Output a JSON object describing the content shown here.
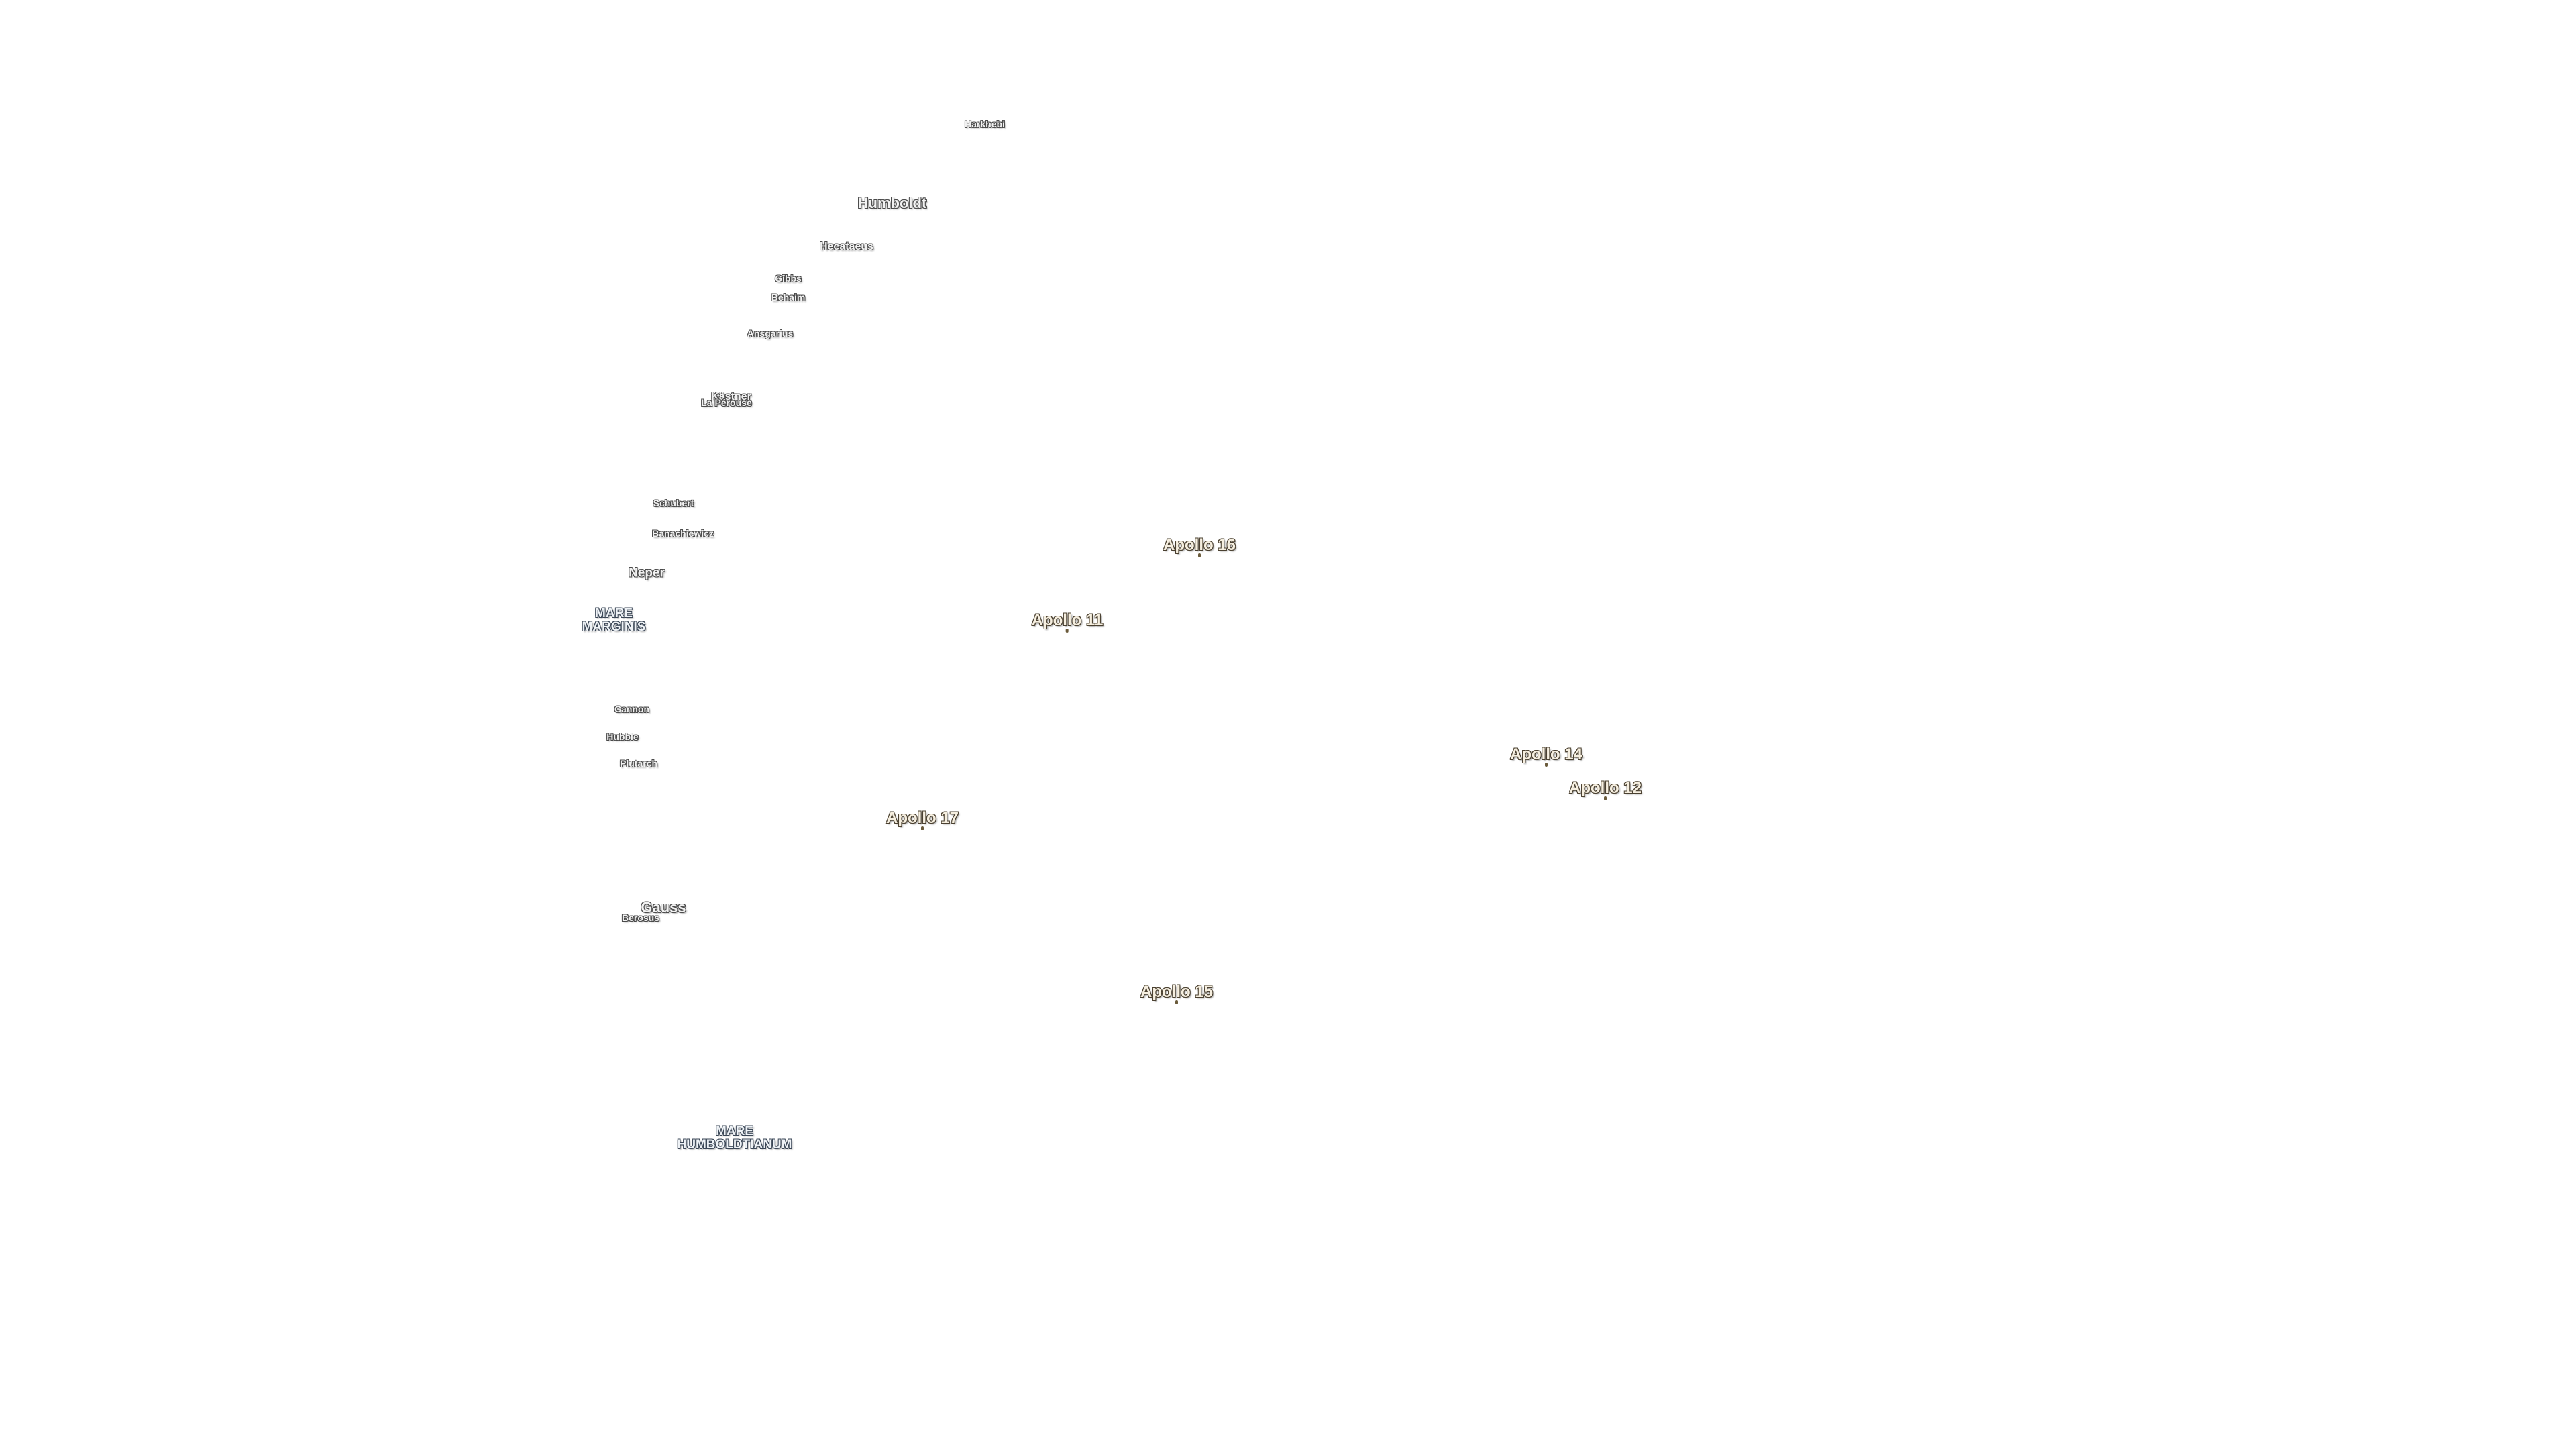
{
  "map": {
    "craters": {
      "harkhebi": "Harkhebi",
      "humboldt": "Humboldt",
      "hecataeus": "Hecataeus",
      "gibbs": "Gibbs",
      "behaim": "Behaim",
      "ansgarius": "Ansgarius",
      "kastner": "Kästner",
      "la_perouse": "La Pérouse",
      "schubert": "Schubert",
      "banachiewicz": "Banachiewicz",
      "neper": "Neper",
      "cannon": "Cannon",
      "hubble": "Hubble",
      "plutarch": "Plutarch",
      "gauss": "Gauss",
      "berosus": "Berosus"
    },
    "maria": {
      "marginis_line1": "MARE",
      "marginis_line2": "MARGINIS",
      "humboldtianum_line1": "MARE",
      "humboldtianum_line2": "HUMBOLDTIANUM"
    },
    "apollo_sites": {
      "a16": "Apollo 16",
      "a11": "Apollo 11",
      "a14": "Apollo 14",
      "a12": "Apollo 12",
      "a17": "Apollo 17",
      "a15": "Apollo 15"
    }
  }
}
